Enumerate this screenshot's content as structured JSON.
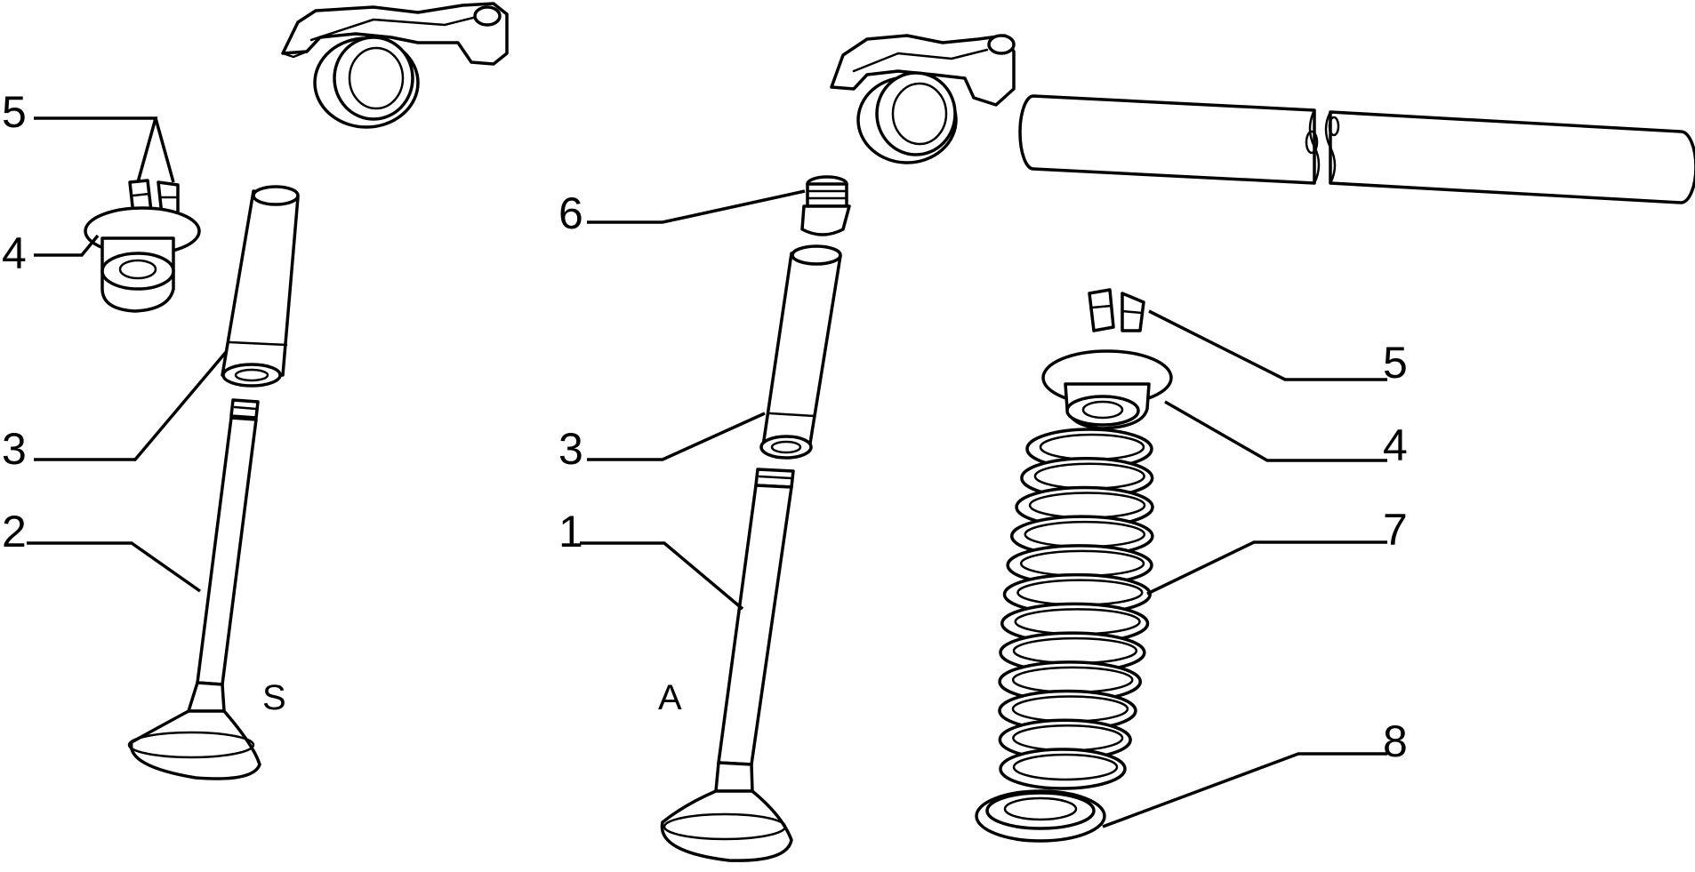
{
  "diagram": {
    "callouts": [
      {
        "id": "left-5",
        "label": "5"
      },
      {
        "id": "left-4",
        "label": "4"
      },
      {
        "id": "left-3",
        "label": "3"
      },
      {
        "id": "left-2",
        "label": "2"
      },
      {
        "id": "mid-6",
        "label": "6"
      },
      {
        "id": "mid-3",
        "label": "3"
      },
      {
        "id": "mid-1",
        "label": "1"
      },
      {
        "id": "right-5",
        "label": "5"
      },
      {
        "id": "right-4",
        "label": "4"
      },
      {
        "id": "right-7",
        "label": "7"
      },
      {
        "id": "right-8",
        "label": "8"
      }
    ],
    "side_labels": {
      "exhaust": "S",
      "intake": "A"
    }
  }
}
